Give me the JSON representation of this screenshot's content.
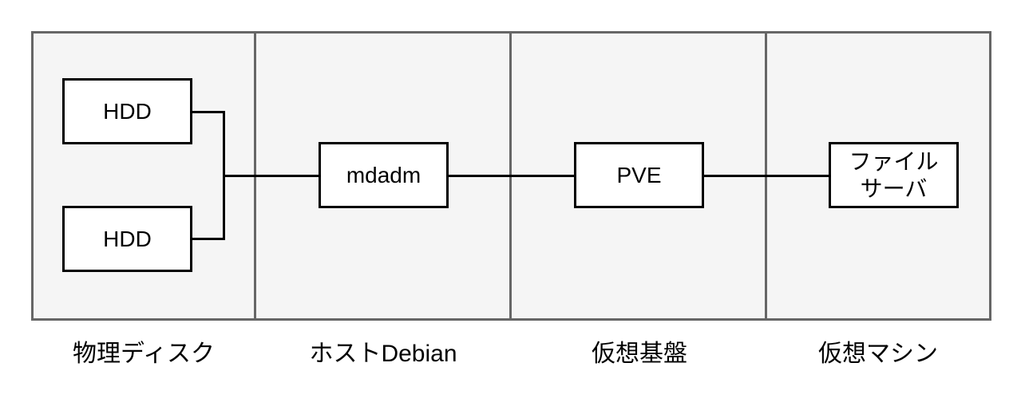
{
  "lanes": [
    {
      "label": "物理ディスク"
    },
    {
      "label": "ホストDebian"
    },
    {
      "label": "仮想基盤"
    },
    {
      "label": "仮想マシン"
    }
  ],
  "nodes": {
    "hdd_top": "HDD",
    "hdd_bottom": "HDD",
    "mdadm": "mdadm",
    "pve": "PVE",
    "fileserver_line1": "ファイル",
    "fileserver_line2": "サーバ"
  },
  "colors": {
    "lane_bg": "#f5f5f5",
    "lane_border": "#666666",
    "box_border": "#000000",
    "box_bg": "#ffffff"
  }
}
